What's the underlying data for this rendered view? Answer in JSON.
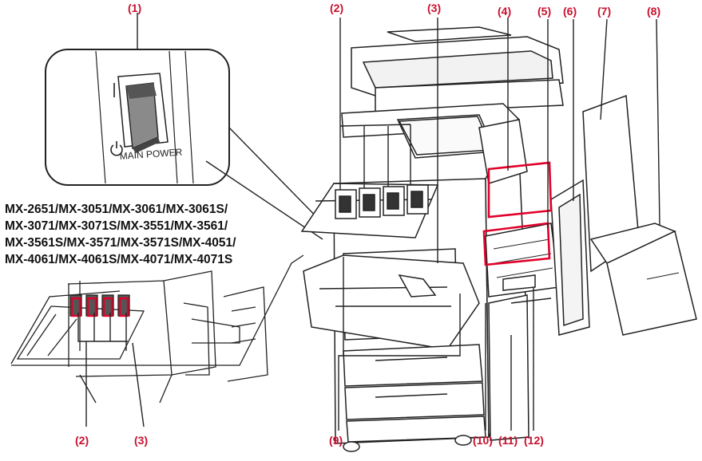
{
  "colors": {
    "callout": "#c8102e",
    "line": "#222222",
    "highlight": "#e0002a"
  },
  "callouts": {
    "c1": "(1)",
    "c2_top": "(2)",
    "c3_top": "(3)",
    "c4": "(4)",
    "c5": "(5)",
    "c6": "(6)",
    "c7": "(7)",
    "c8": "(8)",
    "c2_bottom": "(2)",
    "c3_bottom": "(3)",
    "c9": "(9)",
    "c10": "(10)",
    "c11": "(11)",
    "c12": "(12)"
  },
  "models": [
    "MX-2651/MX-3051/MX-3061/MX-3061S/",
    "MX-3071/MX-3071S/MX-3551/MX-3561/",
    "MX-3561S/MX-3571/MX-3571S/MX-4051/",
    "MX-4061/MX-4061S/MX-4071/MX-4071S"
  ],
  "switch_label": "MAIN POWER",
  "switch_on_mark": "I"
}
